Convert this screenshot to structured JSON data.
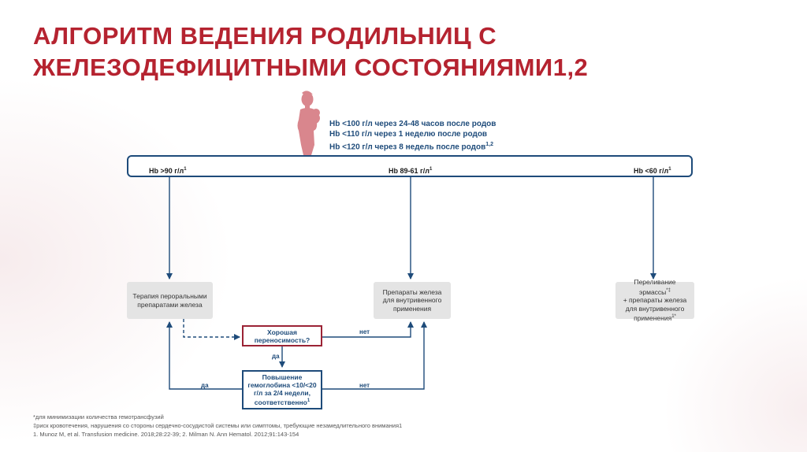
{
  "title": {
    "line1": "АЛГОРИТМ ВЕДЕНИЯ РОДИЛЬНИЦ С",
    "line2": "ЖЕЛЕЗОДЕФИЦИТНЫМИ СОСТОЯНИЯМИ1,2"
  },
  "criteria": {
    "line1": "Hb <100 г/л через 24-48 часов после родов",
    "line2": "Hb <110 г/л через 1 неделю после родов",
    "line3": "Hb <120 г/л через 8 недель после родов",
    "line3_sup": "1,2"
  },
  "hb_levels": [
    {
      "label": "Hb >90 г/л",
      "sup": "1"
    },
    {
      "label": "Hb 89-61 г/л",
      "sup": "1"
    },
    {
      "label": "Hb <60 г/л",
      "sup": "1"
    }
  ],
  "boxes": {
    "oral": "Терапия пероральными препаратами железа",
    "iv": "Препараты железа для внутривенного применения",
    "transfusion_line1": "Переливание эрмассы",
    "transfusion_line1_sup": "*‡",
    "transfusion_line2": "+ препараты железа для внутривенного применения",
    "transfusion_line2_sup": "1*"
  },
  "questions": {
    "tolerance": "Хорошая переносимость?",
    "hb_increase": "Повышение гемоглобина <10/<20 г/л за 2/4 недели, соответственно",
    "hb_increase_sup": "1"
  },
  "edge_labels": {
    "no_1": "нет",
    "yes_1": "да",
    "yes_2": "да",
    "no_2": "нет"
  },
  "footnotes": {
    "line1": "*для минимизации количества гемотрансфузий",
    "line2": "‡риск кровотечения, нарушения со стороны сердечно-сосудистой системы или симптомы, требующие незамедлительного внимания1",
    "line3": "1. Munoz M, et al. Transfusion medicine. 2018;28:22-39; 2. Milman N. Ann Hematol. 2012;91:143-154"
  },
  "colors": {
    "title": "#b52330",
    "navy": "#1e4b7a",
    "question_border": "#9b2335",
    "box_gray": "#e4e4e4",
    "figure": "#d9868d"
  },
  "icons": {
    "mother": "mother-with-baby-icon"
  }
}
